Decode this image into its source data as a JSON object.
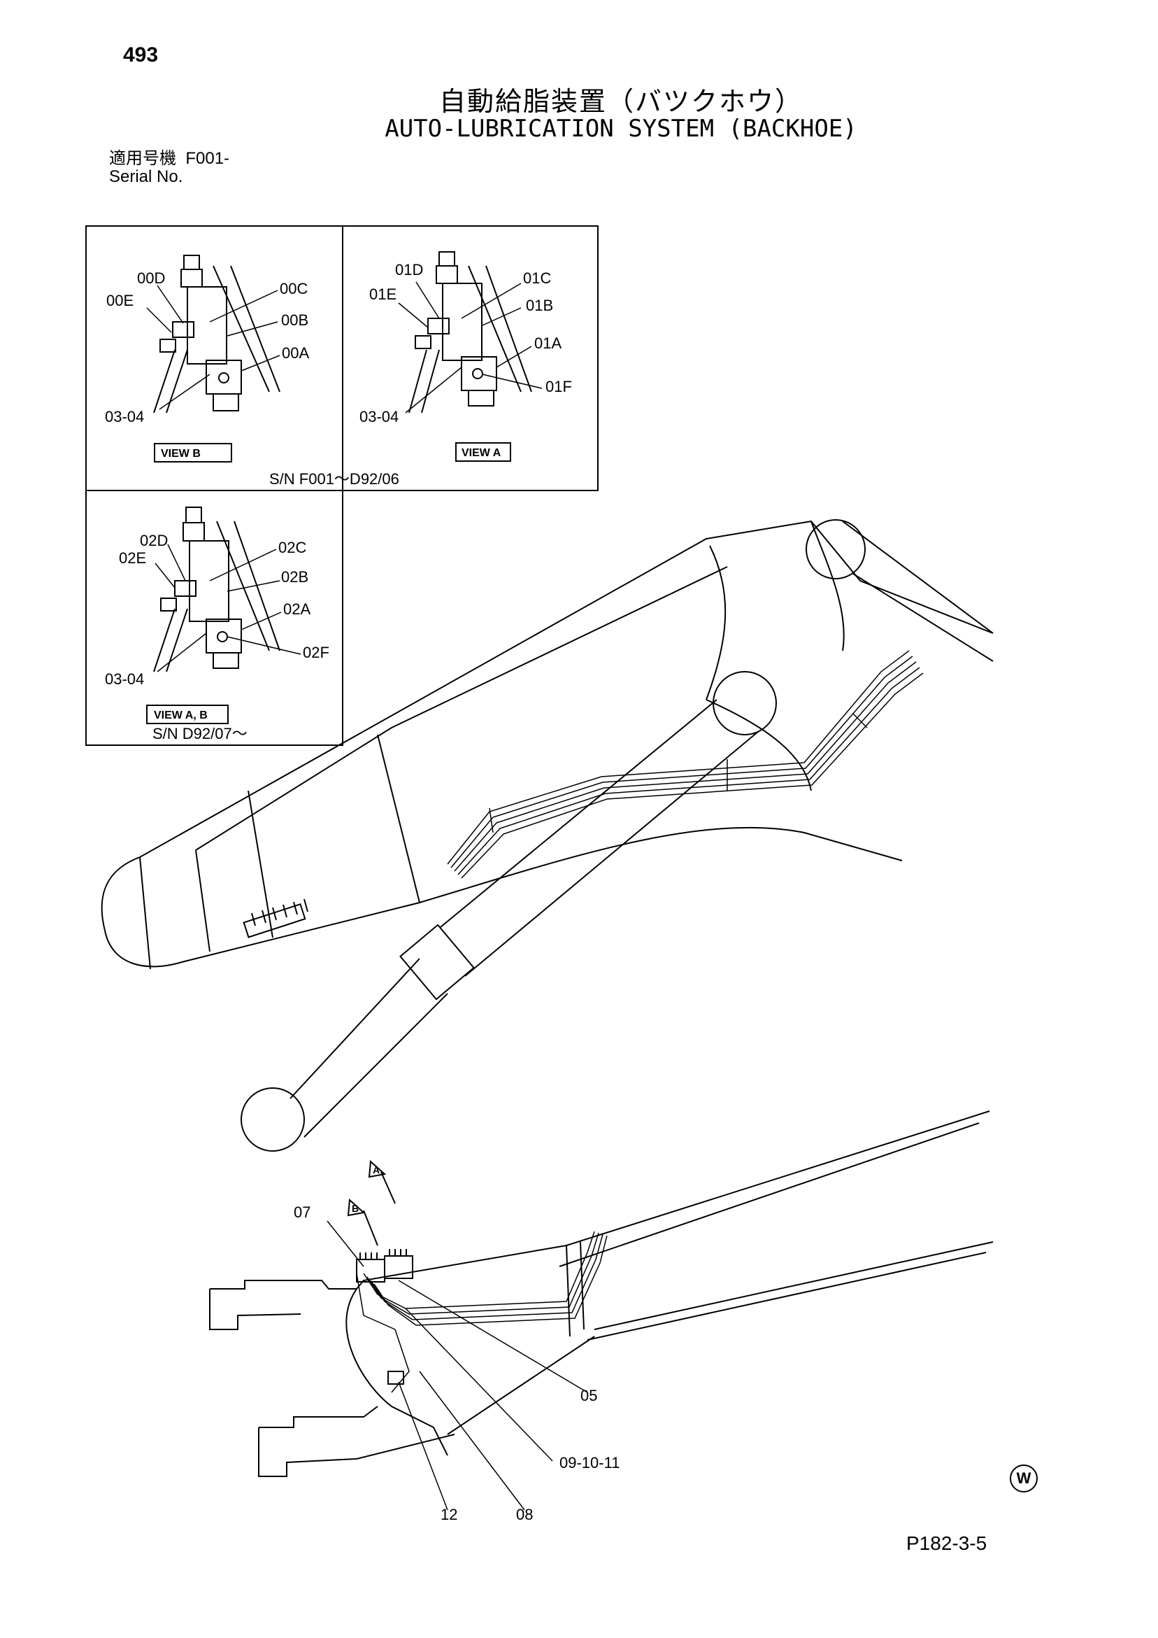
{
  "page_number": "493",
  "title_jp": "自動給脂装置（バツクホウ）",
  "title_en": "AUTO-LUBRICATION SYSTEM (BACKHOE)",
  "serial": {
    "label_jp": "適用号機",
    "value": "F001-",
    "label_en": "Serial No."
  },
  "inset_view_b": {
    "callouts": {
      "d": "00D",
      "e": "00E",
      "c": "00C",
      "b": "00B",
      "a": "00A",
      "pipe": "03-04"
    },
    "view_label": "VIEW B"
  },
  "inset_view_a": {
    "callouts": {
      "d": "01D",
      "e": "01E",
      "c": "01C",
      "b": "01B",
      "a": "01A",
      "f": "01F",
      "pipe": "03-04"
    },
    "view_label": "VIEW A"
  },
  "inset_top_serial": "S/N F001～D92/06",
  "inset_view_ab": {
    "callouts": {
      "d": "02D",
      "e": "02E",
      "c": "02C",
      "b": "02B",
      "a": "02A",
      "f": "02F",
      "pipe": "03-04"
    },
    "view_label": "VIEW A, B",
    "serial": "S/N D92/07～"
  },
  "main_callouts": {
    "c07": "07",
    "c05": "05",
    "c091011": "09-10-11",
    "c12": "12",
    "c08": "08",
    "arrow_a": "A",
    "arrow_b": "B"
  },
  "footer_code": "P182-3-5",
  "footer_mark": "W"
}
